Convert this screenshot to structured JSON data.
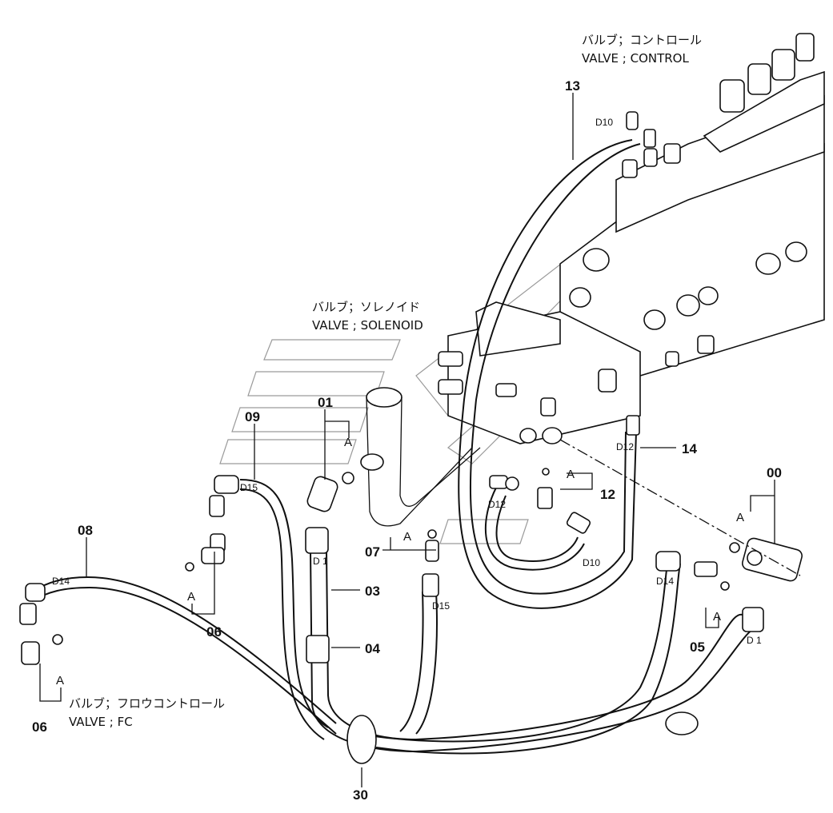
{
  "captions": {
    "control_valve_jp": "バルブ；コントロール",
    "control_valve_en": "VALVE ; CONTROL",
    "solenoid_valve_jp": "バルブ；ソレノイド",
    "solenoid_valve_en": "VALVE ; SOLENOID",
    "fc_valve_jp": "バルブ；フロウコントロール",
    "fc_valve_en": "VALVE ; FC"
  },
  "part_numbers": {
    "p00": "00",
    "p01": "01",
    "p03": "03",
    "p04": "04",
    "p05": "05",
    "p06a": "06",
    "p06b": "06",
    "p07": "07",
    "p08": "08",
    "p09": "09",
    "p12": "12",
    "p13": "13",
    "p14": "14",
    "p30": "30"
  },
  "connectors": {
    "d10_top": "D10",
    "d12_right": "D12",
    "d12_mid": "D12",
    "d10_mid": "D10",
    "d15_top": "D15",
    "d15_mid": "D15",
    "d14_left": "D14",
    "d14_right": "D14",
    "d1_mid": "D 1",
    "d1_right": "D 1"
  },
  "detail_marks": {
    "a01": "A",
    "a07": "A",
    "a12": "A",
    "a00": "A",
    "a06a": "A",
    "a06b": "A",
    "a05": "A"
  }
}
